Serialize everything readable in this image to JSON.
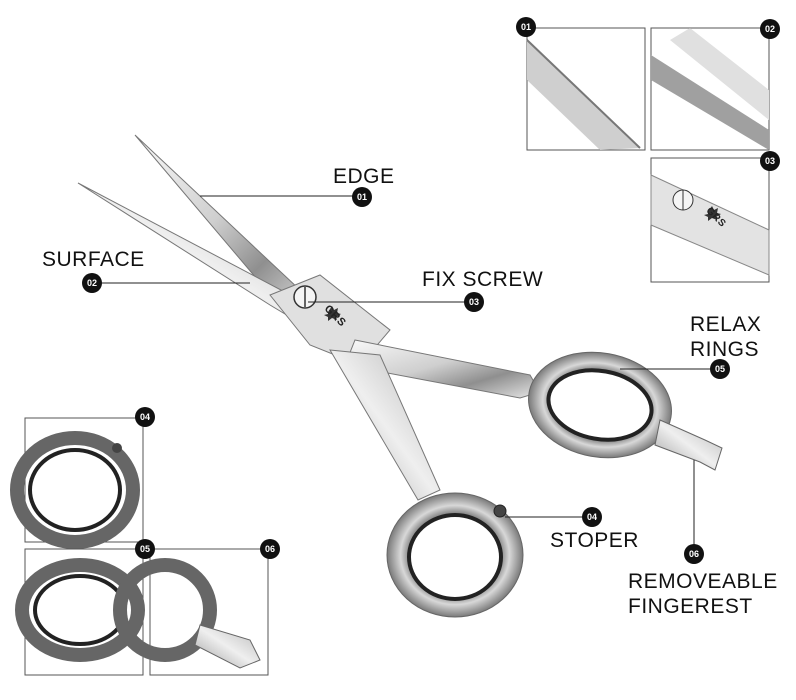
{
  "callouts": [
    {
      "number": "01",
      "label": "EDGE"
    },
    {
      "number": "02",
      "label": "SURFACE"
    },
    {
      "number": "03",
      "label": "FIX SCREW"
    },
    {
      "number": "04",
      "label": "STOPER"
    },
    {
      "number": "05",
      "label_lines": [
        "RELAX",
        "RINGS"
      ]
    },
    {
      "number": "06",
      "label_lines": [
        "REMOVEABLE",
        "FINGEREST"
      ]
    }
  ],
  "detail_panels": [
    "01",
    "02",
    "03",
    "04",
    "05",
    "06"
  ],
  "brand_mark": "GRS",
  "colors": {
    "badge": "#111111",
    "leader": "#222222",
    "steel_light": "#e6e6e6",
    "steel_dark": "#4a4a4a"
  }
}
